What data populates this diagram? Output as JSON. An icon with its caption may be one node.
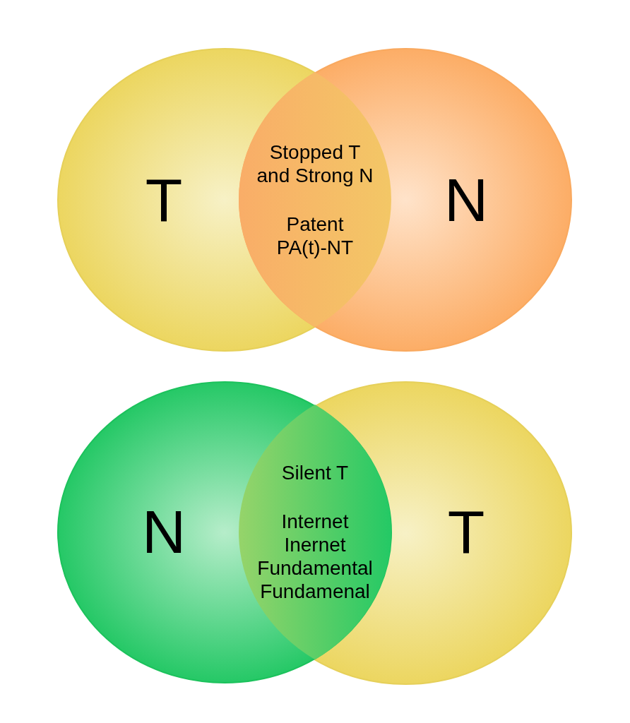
{
  "diagram": {
    "nodes": [
      {
        "text": [
          "T"
        ]
      },
      {
        "text": [
          "Stopped T and Strong N",
          "Patent PA(t)-NT"
        ]
      },
      {
        "text": [
          "N"
        ]
      },
      {
        "text": [
          "N"
        ]
      },
      {
        "text": [
          "Silent T",
          "Internet Inernet Fundamental Fundamenal"
        ]
      },
      {
        "text": [
          "T"
        ]
      }
    ]
  }
}
